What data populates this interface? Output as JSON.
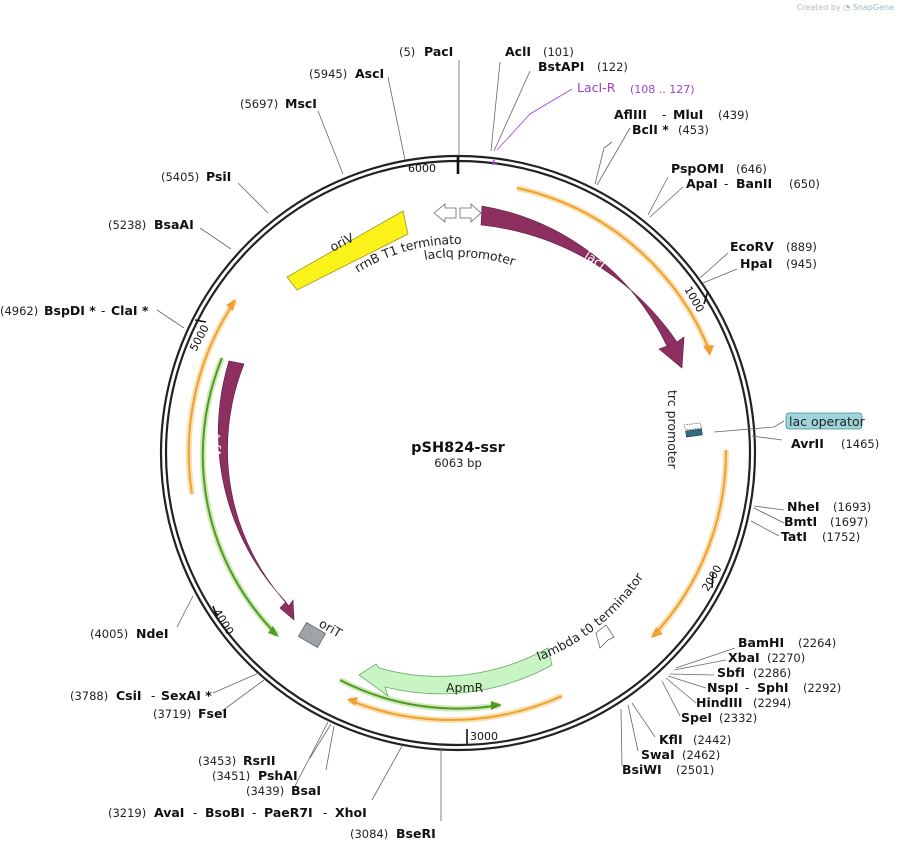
{
  "credit": {
    "text": "Created by",
    "brand": "SnapGene"
  },
  "plasmid": {
    "name": "pSH824-ssr",
    "length_label": "6063 bp",
    "length": 6063
  },
  "ticks": [
    "1000",
    "2000",
    "3000",
    "4000",
    "5000",
    "6000"
  ],
  "features": {
    "lacI": "lacI",
    "oriV": "oriV",
    "trfA": "trfA",
    "ApmR": "ApmR",
    "oriT": "oriT",
    "lacIq_promoter": "lacIq promoter",
    "rrnB_terminator": "rrnB T1 terminator",
    "trc_promoter": "trc promoter",
    "lambda_terminator": "lambda t0 terminator",
    "lac_operator": "lac operator"
  },
  "primer": {
    "name": "LacI-R",
    "range": "(108 .. 127)"
  },
  "sites": {
    "pacI": {
      "pos": "(5)",
      "name": "PacI"
    },
    "asci": {
      "pos": "(5945)",
      "name": "AscI"
    },
    "msci": {
      "pos": "(5697)",
      "name": "MscI"
    },
    "psii": {
      "pos": "(5405)",
      "name": "PsiI"
    },
    "bsaai": {
      "pos": "(5238)",
      "name": "BsaAI"
    },
    "bspdi": {
      "pos": "(4962)",
      "name": "BspDI *",
      "sep": "-",
      "name2": "ClaI *"
    },
    "ndei": {
      "pos": "(4005)",
      "name": "NdeI"
    },
    "csii": {
      "pos": "(3788)",
      "name": "CsiI",
      "sep": "-",
      "name2": "SexAI *"
    },
    "fsei": {
      "pos": "(3719)",
      "name": "FseI"
    },
    "rsrii": {
      "pos": "(3453)",
      "name": "RsrII"
    },
    "pshai": {
      "pos": "(3451)",
      "name": "PshAI"
    },
    "bsai": {
      "pos": "(3439)",
      "name": "BsaI"
    },
    "avai": {
      "pos": "(3219)",
      "name": "AvaI",
      "sep": "-",
      "name2": "BsoBI",
      "sep2": "-",
      "name3": "PaeR7I",
      "sep3": "-",
      "name4": "XhoI"
    },
    "seri": {
      "pos": "(3084)",
      "name": "BseRI"
    },
    "acli": {
      "name": "AclI",
      "pos": "(101)"
    },
    "bstapi": {
      "name": "BstAPI",
      "pos": "(122)"
    },
    "afliii": {
      "name": "AflIII",
      "sep": "-",
      "name2": "MluI",
      "pos": "(439)"
    },
    "bcli": {
      "name": "BclI *",
      "pos": "(453)"
    },
    "pspomi": {
      "name": "PspOMI",
      "pos": "(646)"
    },
    "apai": {
      "name": "ApaI",
      "sep": "-",
      "name2": "BanII",
      "pos": "(650)"
    },
    "ecorv": {
      "name": "EcoRV",
      "pos": "(889)"
    },
    "hpai": {
      "name": "HpaI",
      "pos": "(945)"
    },
    "avrii": {
      "name": "AvrII",
      "pos": "(1465)"
    },
    "nhei": {
      "name": "NheI",
      "pos": "(1693)"
    },
    "bmti": {
      "name": "BmtI",
      "pos": "(1697)"
    },
    "tati": {
      "name": "TatI",
      "pos": "(1752)"
    },
    "bamhi": {
      "name": "BamHI",
      "pos": "(2264)"
    },
    "xbai": {
      "name": "XbaI",
      "pos": "(2270)"
    },
    "sbfi": {
      "name": "SbfI",
      "pos": "(2286)"
    },
    "nspi": {
      "name": "NspI",
      "sep": "-",
      "name2": "SphI",
      "pos": "(2292)"
    },
    "hindiii": {
      "name": "HindIII",
      "pos": "(2294)"
    },
    "spei": {
      "name": "SpeI",
      "pos": "(2332)"
    },
    "kfli": {
      "name": "KflI",
      "pos": "(2442)"
    },
    "swai": {
      "name": "SwaI",
      "pos": "(2462)"
    },
    "bsiwi": {
      "name": "BsiWI",
      "pos": "(2501)"
    }
  },
  "colors": {
    "backbone": "#222222",
    "cds": "#8e2f61",
    "orange_arc": "#f0b548",
    "green_arc": "#5ea02e",
    "oriV": "#fbf21a",
    "ApmR": "#c9f5c4",
    "lac_operator": "#9fd4da",
    "primer": "#a040d0"
  }
}
